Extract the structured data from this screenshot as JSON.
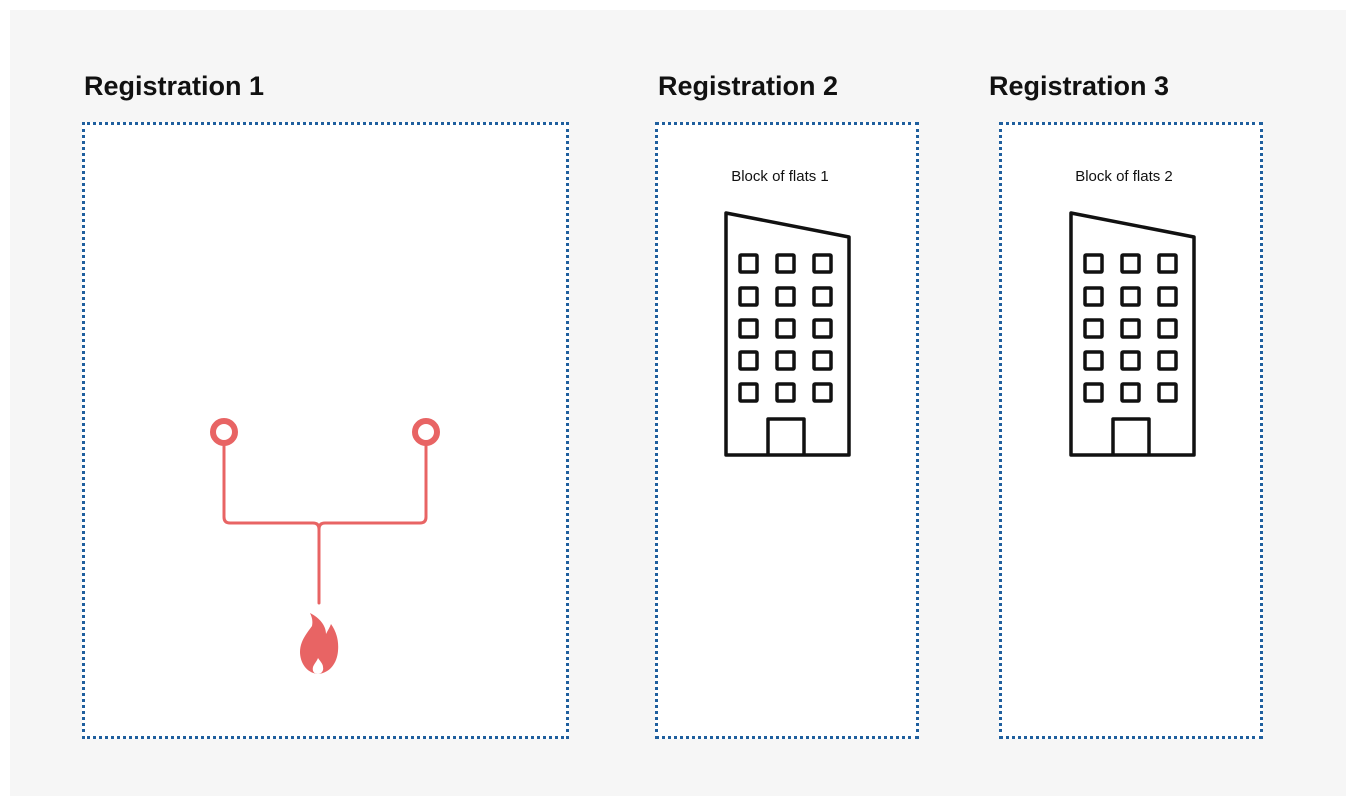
{
  "registrations": [
    {
      "title": "Registration 1",
      "content": "gas-network",
      "icons": [
        "gas-supply-point-icon",
        "gas-supply-point-icon",
        "gas-pipe-icon",
        "flame-icon"
      ]
    },
    {
      "title": "Registration 2",
      "caption": "Block of flats 1",
      "icons": [
        "apartment-building-icon"
      ]
    },
    {
      "title": "Registration 3",
      "caption": "Block of flats 2",
      "icons": [
        "apartment-building-icon"
      ]
    }
  ],
  "colors": {
    "background": "#f6f6f6",
    "frame_border": "#1f5f9e",
    "frame_fill": "#ffffff",
    "gas_network": "#e86464",
    "building_stroke": "#111111",
    "text": "#111111"
  }
}
